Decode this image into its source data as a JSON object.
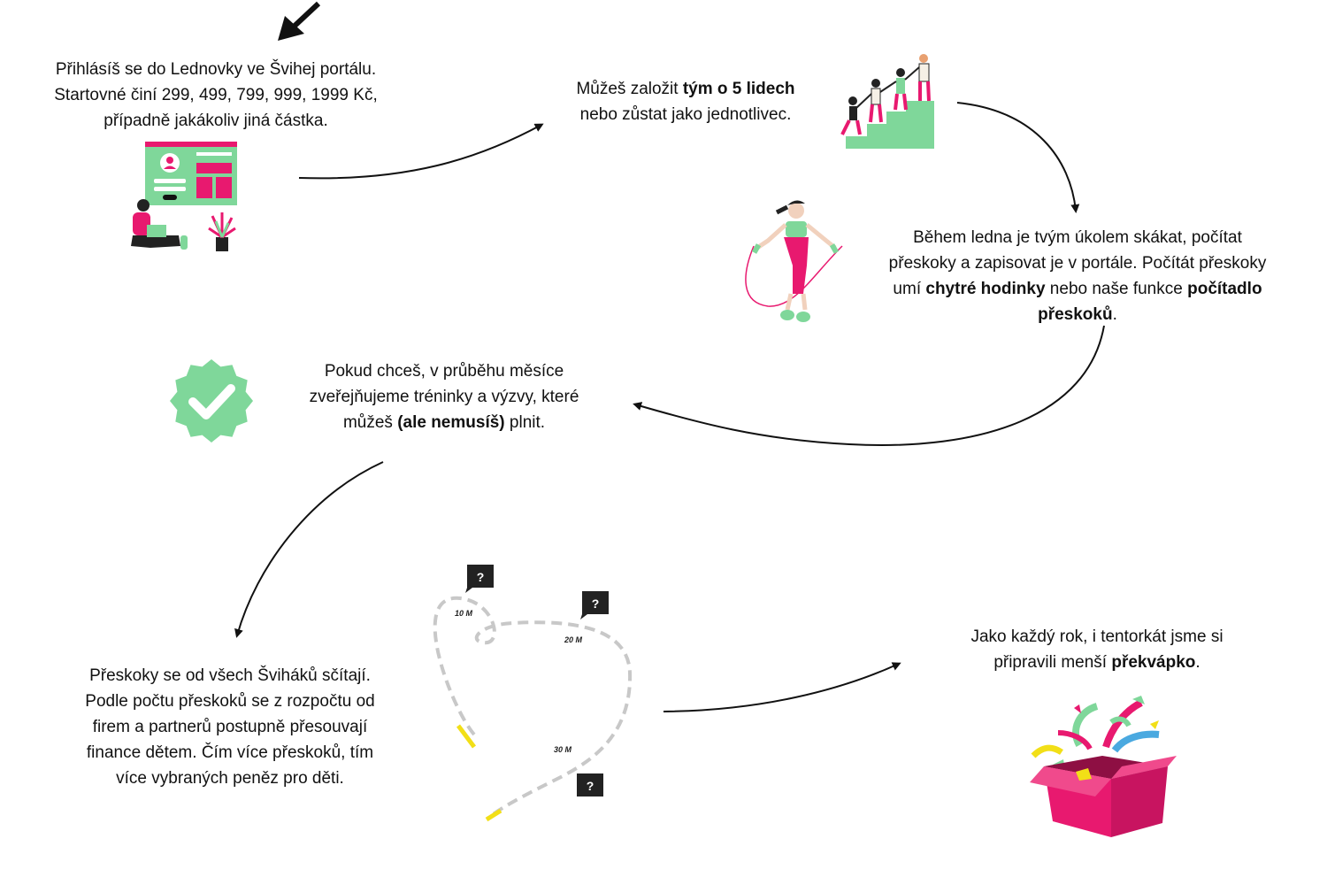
{
  "colors": {
    "green": "#7fd79a",
    "pink": "#e8196f",
    "black": "#111111",
    "gray": "#c8c8c8",
    "yellow": "#f2df17"
  },
  "steps": {
    "step1": {
      "lines": [
        "Přihlásíš se do Lednovky ve Švihej portálu.",
        "Startovné činí 299, 499, 799, 999, 1999 Kč,",
        "případně jakákoliv jiná částka."
      ]
    },
    "step2": {
      "pre": "Můžeš založit ",
      "bold": "tým o 5 lidech",
      "post": "nebo zůstat jako jednotlivec."
    },
    "step3": {
      "line1": "Během ledna je tvým úkolem skákat, počítat",
      "line2": "přeskoky a zapisovat je v portále. Počítát přeskoky",
      "pre3": "umí ",
      "bold3": "chytré hodinky",
      "mid3": " nebo naše funkce ",
      "bold3b": "počítadlo",
      "bold4": "přeskoků",
      "post4": "."
    },
    "step4": {
      "line1": "Pokud chceš, v průběhu měsíce",
      "line2": "zveřejňujeme tréninky a výzvy, které",
      "pre3": "můžeš ",
      "bold3": "(ale nemusíš)",
      "post3": " plnit."
    },
    "step5": {
      "lines": [
        "Přeskoky se od všech Šviháků sčítají.",
        "Podle počtu přeskoků se z rozpočtu od",
        "firem a partnerů postupně přesouvají",
        "finance dětem. Čím více přeskoků, tím",
        "více vybraných peněz pro děti."
      ]
    },
    "step6": {
      "line1": "Jako každý rok, i tentorkát jsme si",
      "pre2": "připravili menší ",
      "bold2": "překvápko",
      "post2": "."
    }
  },
  "map": {
    "marker": "?",
    "labels": [
      "10 M",
      "20 M",
      "30 M"
    ]
  },
  "icons": [
    "start-arrow-icon",
    "login-portal-icon",
    "team-stairs-icon",
    "jump-rope-icon",
    "checkmark-badge-icon",
    "route-map-icon",
    "gift-box-icon"
  ]
}
